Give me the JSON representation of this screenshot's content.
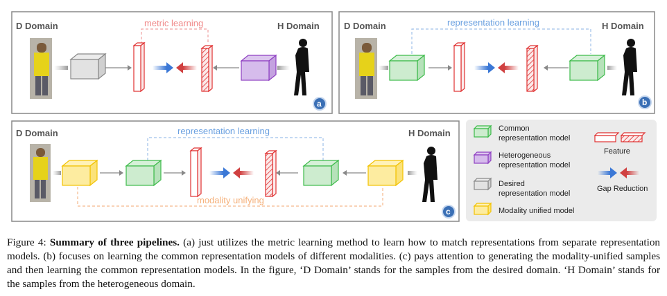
{
  "panels": {
    "a": {
      "d_label": "D Domain",
      "h_label": "H Domain",
      "link_label": "metric learning",
      "badge": "a"
    },
    "b": {
      "d_label": "D Domain",
      "h_label": "H Domain",
      "link_label": "representation learning",
      "badge": "b"
    },
    "c": {
      "d_label": "D Domain",
      "h_label": "H Domain",
      "link_label": "representation learning",
      "unify_label": "modality unifying",
      "badge": "c"
    }
  },
  "legend": {
    "common": "Common representation model",
    "common_l1": "Common",
    "common_l2": "representation model",
    "hetero_l1": "Heterogeneous",
    "hetero_l2": "representation model",
    "desired_l1": "Desired",
    "desired_l2": "representation model",
    "unified": "Modality unified model",
    "feature": "Feature",
    "gap": "Gap Reduction"
  },
  "colors": {
    "common": "#3dbb4a",
    "hetero": "#8e3fc2",
    "desired": "#8c8c8c",
    "unified": "#f2c200",
    "feature": "#e03030",
    "blue_arrow": "#3b78d6",
    "red_arrow": "#d04040"
  },
  "caption": {
    "label": "Figure 4:",
    "title": "Summary of three pipelines.",
    "text": " (a) just utilizes the metric learning method to learn how to match representations from separate representation models. (b) focuses on learning the common representation models of different modalities. (c) pays attention to generating the modality-unified samples and then learning the common representation models. In the figure, ‘D Domain’ stands for the samples from the desired domain. ‘H Domain’ stands for the samples from the heterogeneous domain."
  }
}
